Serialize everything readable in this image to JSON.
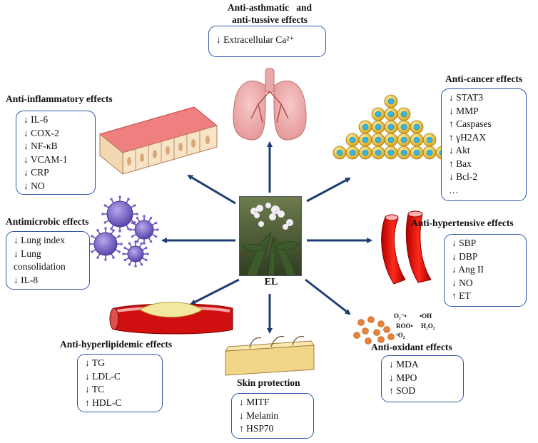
{
  "center": {
    "label": "EL"
  },
  "nodes": {
    "asthma": {
      "title_line1": "Anti-asthmatic   and",
      "title_line2": "anti-tussive effects",
      "items": [
        "↓ Extracellular Ca²⁺"
      ]
    },
    "cancer": {
      "title": "Anti-cancer effects",
      "items": [
        "↓ STAT3",
        "↓ MMP",
        "↑ Caspases",
        "↑ γH2AX",
        "↓ Akt",
        "↑ Bax",
        "↓ Bcl-2",
        "…"
      ]
    },
    "inflammatory": {
      "title": "Anti-inflammatory effects",
      "items": [
        "↓ IL-6",
        "↓ COX-2",
        "↓ NF-κB",
        "↓ VCAM-1",
        "↓ CRP",
        "↓ NO"
      ]
    },
    "antimicrobic": {
      "title": "Antimicrobic effects",
      "items": [
        "↓ Lung index",
        "↓ Lung",
        "consolidation",
        "↓ IL-8"
      ]
    },
    "hypertensive": {
      "title": "Anti-hypertensive effects",
      "items": [
        "↓ SBP",
        "↓ DBP",
        "↓ Ang II",
        "↓ NO",
        "↑ ET"
      ]
    },
    "hyperlipidemic": {
      "title": "Anti-hyperlipidemic effects",
      "items": [
        "↓ TG",
        "↓ LDL-C",
        "↓ TC",
        "↑ HDL-C"
      ]
    },
    "skin": {
      "title": "Skin protection",
      "items": [
        "↓ MITF",
        "↓ Melanin",
        "↑ HSP70"
      ]
    },
    "oxidant": {
      "title": "Anti-oxidant effects",
      "items": [
        "↓ MDA",
        "↓ MPO",
        "↑ SOD"
      ],
      "radicals": [
        "O₂⁻•",
        "•OH",
        "ROO•",
        "H₂O₂",
        "¹O₂"
      ]
    }
  },
  "colors": {
    "box_border": "#2f57a6",
    "arrow": "#1f3d73"
  }
}
